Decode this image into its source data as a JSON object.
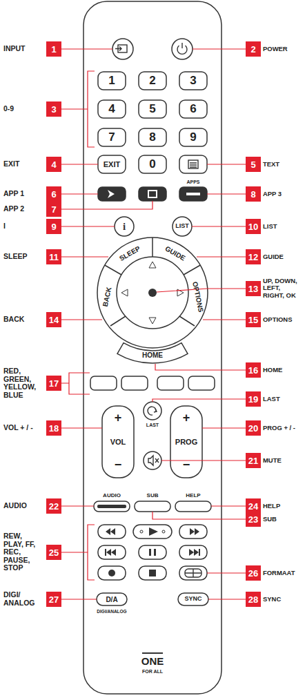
{
  "diagram": {
    "nodes": [
      {
        "text": [
          "1"
        ]
      },
      {
        "text": [
          "2"
        ]
      },
      {
        "text": [
          "3"
        ]
      },
      {
        "text": [
          "4"
        ]
      },
      {
        "text": [
          "5"
        ]
      },
      {
        "text": [
          "6"
        ]
      },
      {
        "text": [
          "7"
        ]
      },
      {
        "text": [
          "8"
        ]
      },
      {
        "text": [
          "9"
        ]
      },
      {
        "text": [
          "10"
        ]
      },
      {
        "text": [
          "11"
        ]
      },
      {
        "text": [
          "12"
        ]
      },
      {
        "text": [
          "13"
        ]
      },
      {
        "text": [
          "14"
        ]
      },
      {
        "text": [
          "15"
        ]
      },
      {
        "text": [
          "16"
        ]
      },
      {
        "text": [
          "17"
        ]
      },
      {
        "text": [
          "18"
        ]
      },
      {
        "text": [
          "19"
        ]
      },
      {
        "text": [
          "20"
        ]
      },
      {
        "text": [
          "21"
        ]
      },
      {
        "text": [
          "22"
        ]
      },
      {
        "text": [
          "23"
        ]
      },
      {
        "text": [
          "24"
        ]
      },
      {
        "text": [
          "25"
        ]
      },
      {
        "text": [
          "26"
        ]
      },
      {
        "text": [
          "27"
        ]
      },
      {
        "text": [
          "28"
        ]
      }
    ],
    "labels": [
      "INPUT",
      "POWER",
      "0-9",
      "EXIT",
      "TEXT",
      "APP 1",
      "APP 2",
      "APP 3",
      "I",
      "LIST",
      "SLEEP",
      "GUIDE",
      "UP, DOWN, LEFT, RIGHT, OK",
      "BACK",
      "OPTIONS",
      "HOME",
      "RED, GREEN, YELLOW, BLUE",
      "LAST",
      "VOL + / -",
      "PROG + / -",
      "MUTE",
      "AUDIO",
      "HELP",
      "SUB",
      "REW, PLAY, FF, REC, PAUSE, STOP",
      "FORMAAT",
      "DIGI/ ANALOG",
      "SYNC",
      "1",
      "2",
      "3",
      "4",
      "5",
      "6",
      "7",
      "8",
      "9",
      "EXIT",
      "0",
      "APPS",
      "i",
      "LIST",
      "SLEEP",
      "GUIDE",
      "BACK",
      "OPTIONS",
      "HOME",
      "+",
      "VOL",
      "−",
      "LAST",
      "+",
      "PROG",
      "−",
      "AUDIO",
      "SUB",
      "HELP",
      "D/A",
      "SYNC",
      "DIGI/ANALOG",
      "ONE",
      "FOR ALL"
    ]
  }
}
